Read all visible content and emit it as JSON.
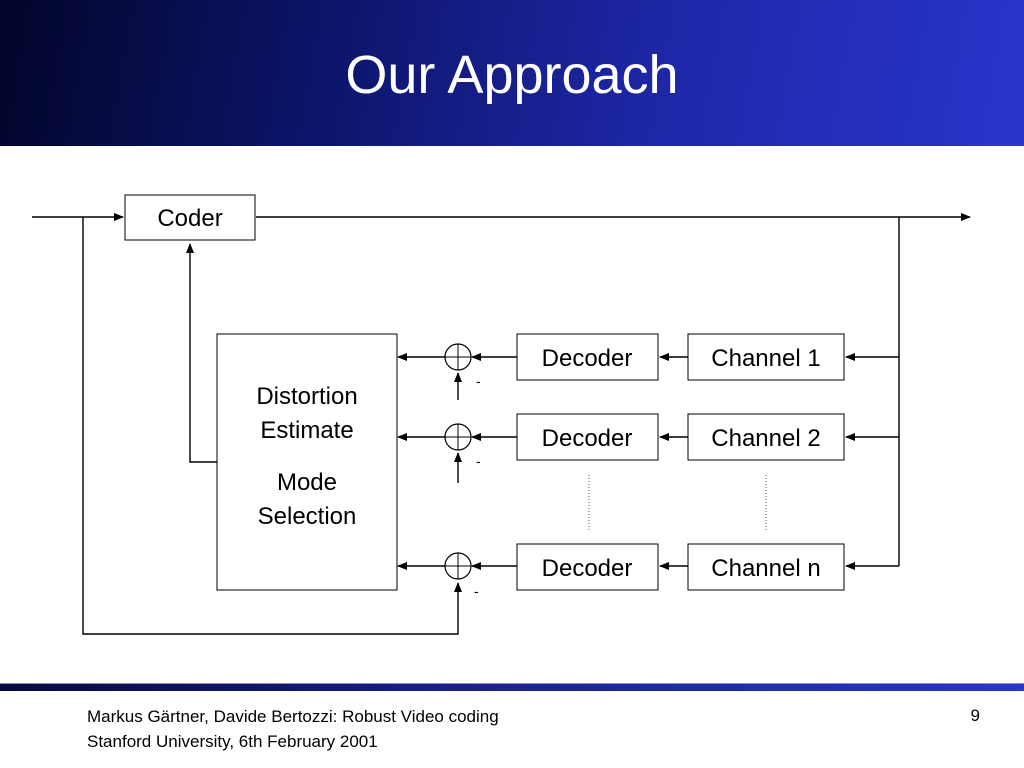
{
  "slide": {
    "title": "Our Approach",
    "page_number": "9"
  },
  "diagram": {
    "coder": "Coder",
    "estimator_lines": [
      "Distortion",
      "Estimate",
      "Mode",
      "Selection"
    ],
    "decoders": [
      "Decoder",
      "Decoder",
      "Decoder"
    ],
    "channels": [
      "Channel 1",
      "Channel 2",
      "Channel n"
    ],
    "minus_signs": [
      "-",
      "-",
      "-"
    ]
  },
  "footer": {
    "line1": "Markus Gärtner, Davide Bertozzi: Robust Video coding",
    "line2": "Stanford University, 6th February 2001"
  },
  "colors": {
    "header_dark": "#03052a",
    "header_light": "#2a35cc"
  }
}
